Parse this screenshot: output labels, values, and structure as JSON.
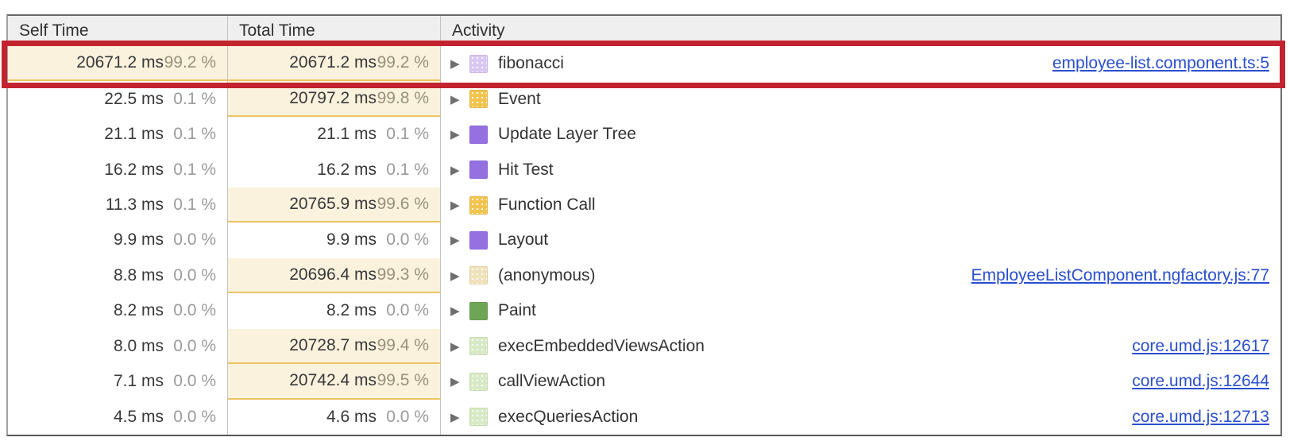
{
  "header": {
    "self_time": "Self Time",
    "total_time": "Total Time",
    "activity": "Activity"
  },
  "colors": {
    "highlight_box_red": "#c2232e",
    "hot_cell_bg": "#faf2dc",
    "hot_cell_border": "#ebc463",
    "header_bg": "#efefef",
    "link_blue": "#2b4fce",
    "time_text": "#38383b",
    "pct_text": "#9b9b9b"
  },
  "rows": [
    {
      "self_ms": "20671.2 ms",
      "self_pct": "99.2 %",
      "self_hot": true,
      "total_ms": "20671.2 ms",
      "total_pct": "99.2 %",
      "total_hot": true,
      "label": "fibonacci",
      "link": "employee-list.component.ts:5",
      "swatch": "js-light-purple",
      "swatch_fill": "#d8c7f2",
      "swatch_border": "#c9b6e8",
      "textured": true,
      "highlighted": true
    },
    {
      "self_ms": "22.5 ms",
      "self_pct": "0.1 %",
      "self_hot": false,
      "total_ms": "20797.2 ms",
      "total_pct": "99.8 %",
      "total_hot": true,
      "label": "Event",
      "link": null,
      "swatch": "scripting-amber",
      "swatch_fill": "#f1c44f",
      "swatch_border": "#e3b54a",
      "textured": true,
      "highlighted": false
    },
    {
      "self_ms": "21.1 ms",
      "self_pct": "0.1 %",
      "self_hot": false,
      "total_ms": "21.1 ms",
      "total_pct": "0.1 %",
      "total_hot": false,
      "label": "Update Layer Tree",
      "link": null,
      "swatch": "rendering-purple",
      "swatch_fill": "#9470e0",
      "swatch_border": "#8c67d7",
      "textured": false,
      "highlighted": false
    },
    {
      "self_ms": "16.2 ms",
      "self_pct": "0.1 %",
      "self_hot": false,
      "total_ms": "16.2 ms",
      "total_pct": "0.1 %",
      "total_hot": false,
      "label": "Hit Test",
      "link": null,
      "swatch": "rendering-purple",
      "swatch_fill": "#9470e0",
      "swatch_border": "#8c67d7",
      "textured": false,
      "highlighted": false
    },
    {
      "self_ms": "11.3 ms",
      "self_pct": "0.1 %",
      "self_hot": false,
      "total_ms": "20765.9 ms",
      "total_pct": "99.6 %",
      "total_hot": true,
      "label": "Function Call",
      "link": null,
      "swatch": "scripting-amber",
      "swatch_fill": "#f1c44f",
      "swatch_border": "#e3b54a",
      "textured": true,
      "highlighted": false
    },
    {
      "self_ms": "9.9 ms",
      "self_pct": "0.0 %",
      "self_hot": false,
      "total_ms": "9.9 ms",
      "total_pct": "0.0 %",
      "total_hot": false,
      "label": "Layout",
      "link": null,
      "swatch": "rendering-purple",
      "swatch_fill": "#9470e0",
      "swatch_border": "#8c67d7",
      "textured": false,
      "highlighted": false
    },
    {
      "self_ms": "8.8 ms",
      "self_pct": "0.0 %",
      "self_hot": false,
      "total_ms": "20696.4 ms",
      "total_pct": "99.3 %",
      "total_hot": true,
      "label": "(anonymous)",
      "link": "EmployeeListComponent.ngfactory.js:77",
      "swatch": "js-tan",
      "swatch_fill": "#efe2bb",
      "swatch_border": "#e0d1a5",
      "textured": true,
      "highlighted": false
    },
    {
      "self_ms": "8.2 ms",
      "self_pct": "0.0 %",
      "self_hot": false,
      "total_ms": "8.2 ms",
      "total_pct": "0.0 %",
      "total_hot": false,
      "label": "Paint",
      "link": null,
      "swatch": "painting-green",
      "swatch_fill": "#6fa557",
      "swatch_border": "#659a4e",
      "textured": false,
      "highlighted": false
    },
    {
      "self_ms": "8.0 ms",
      "self_pct": "0.0 %",
      "self_hot": false,
      "total_ms": "20728.7 ms",
      "total_pct": "99.4 %",
      "total_hot": true,
      "label": "execEmbeddedViewsAction",
      "link": "core.umd.js:12617",
      "swatch": "js-light-green",
      "swatch_fill": "#d8e9c5",
      "swatch_border": "#c6dcb0",
      "textured": true,
      "highlighted": false
    },
    {
      "self_ms": "7.1 ms",
      "self_pct": "0.0 %",
      "self_hot": false,
      "total_ms": "20742.4 ms",
      "total_pct": "99.5 %",
      "total_hot": true,
      "label": "callViewAction",
      "link": "core.umd.js:12644",
      "swatch": "js-light-green",
      "swatch_fill": "#d8e9c5",
      "swatch_border": "#c6dcb0",
      "textured": true,
      "highlighted": false
    },
    {
      "self_ms": "4.5 ms",
      "self_pct": "0.0 %",
      "self_hot": false,
      "total_ms": "4.6 ms",
      "total_pct": "0.0 %",
      "total_hot": false,
      "label": "execQueriesAction",
      "link": "core.umd.js:12713",
      "swatch": "js-light-green",
      "swatch_fill": "#d8e9c5",
      "swatch_border": "#c6dcb0",
      "textured": true,
      "highlighted": false
    }
  ]
}
